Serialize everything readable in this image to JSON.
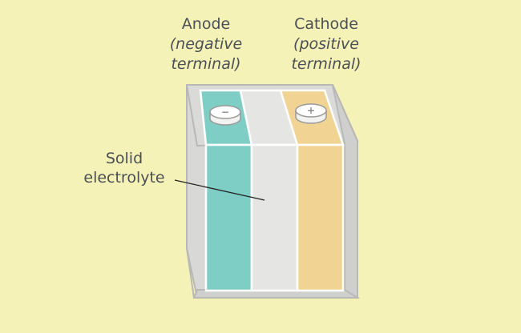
{
  "labels": {
    "anode_title": "Anode",
    "anode_sub_1": "(negative",
    "anode_sub_2": "terminal)",
    "cathode_title": "Cathode",
    "cathode_sub_1": "(positive",
    "cathode_sub_2": "terminal)",
    "electrolyte_1": "Solid",
    "electrolyte_2": "electrolyte"
  },
  "terminals": {
    "negative_symbol": "−",
    "positive_symbol": "+"
  },
  "colors": {
    "background": "#f5f2b8",
    "anode": "#7fcec6",
    "electrolyte": "#e5e5e3",
    "cathode": "#f1d493",
    "casing": "#d5d5d3",
    "casing_edge": "#b8b8b6",
    "text": "#4a4f55"
  }
}
